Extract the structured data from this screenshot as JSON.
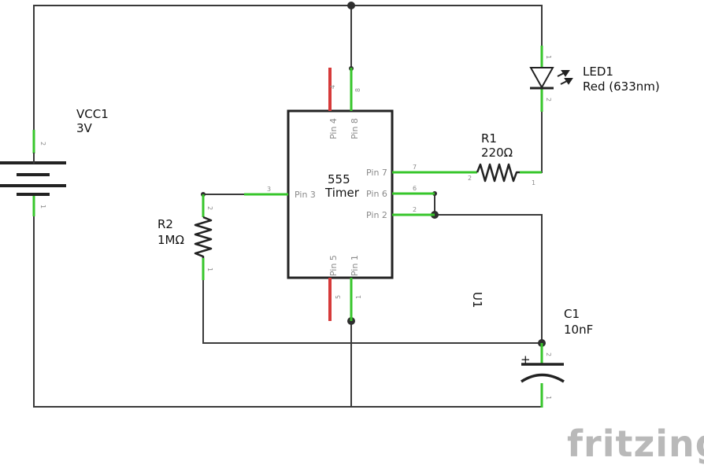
{
  "components": {
    "vcc1": {
      "name": "VCC1",
      "value": "3V"
    },
    "led1": {
      "name": "LED1",
      "value": "Red (633nm)"
    },
    "r1": {
      "name": "R1",
      "value": "220Ω"
    },
    "r2": {
      "name": "R2",
      "value": "1MΩ"
    },
    "c1": {
      "name": "C1",
      "value": "10nF",
      "polarity": "+"
    },
    "u1": {
      "name": "U1",
      "line1": "555",
      "line2": "Timer",
      "pins": {
        "p1": "Pin 1",
        "p2": "Pin 2",
        "p3": "Pin 3",
        "p4": "Pin 4",
        "p5": "Pin 5",
        "p6": "Pin 6",
        "p7": "Pin 7",
        "p8": "Pin 8"
      },
      "pin_numbers": {
        "n1": "1",
        "n2": "2",
        "n3": "3",
        "n4": "4",
        "n5": "5",
        "n6": "6",
        "n7": "7",
        "n8": "8"
      }
    }
  },
  "pin_numbers": {
    "vcc_top": "2",
    "vcc_bottom": "1",
    "led_top": "1",
    "led_bottom": "2",
    "r1_left": "2",
    "r1_right": "1",
    "r2_top": "2",
    "r2_bottom": "1",
    "c1_top": "2",
    "c1_bottom": "1"
  },
  "branding": {
    "logo": "fritzing"
  },
  "colors": {
    "wire": "#3a3a3a",
    "connected_leg": "#37c62b",
    "unconnected_leg": "#d63a3a",
    "logo": "#b9b9b9"
  }
}
